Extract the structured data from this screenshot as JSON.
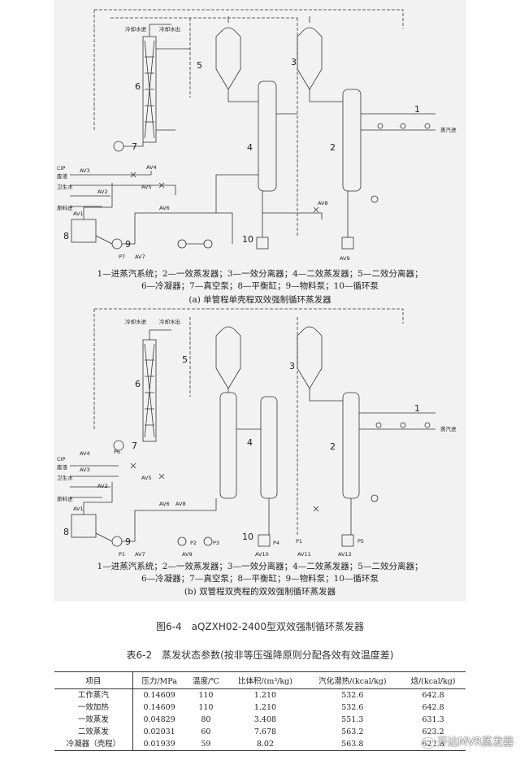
{
  "panel_a": {
    "labels": {
      "n1": "1",
      "n2": "2",
      "n3": "3",
      "n4": "4",
      "n5": "5",
      "n6": "6",
      "n7": "7",
      "n8": "8",
      "n9": "9",
      "n10": "10",
      "cooling_in": "冷却水进",
      "cooling_out": "冷却水出",
      "steam_in": "蒸汽进",
      "cip": "CIP",
      "liquid_waste": "废液",
      "sanitary_water": "卫生水",
      "feed_in": "原料进",
      "av1": "AV1",
      "av2": "AV2",
      "av3": "AV3",
      "av4": "AV4",
      "av5": "AV5",
      "av6": "AV6",
      "av7": "AV7",
      "av8": "AV8",
      "av9": "AV9",
      "p7": "P7"
    },
    "legend_line1": "1—进蒸汽系统；2—一效蒸发器；3—一效分离器；4—二效蒸发器；5—二效分离器；",
    "legend_line2": "6—冷凝器；7—真空泵；8—平衡缸；9—物料泵；10—循环泵",
    "caption": "(a) 单管程单壳程双效强制循环蒸发器"
  },
  "panel_b": {
    "labels": {
      "n1": "1",
      "n2": "2",
      "n3": "3",
      "n4": "4",
      "n5": "5",
      "n6": "6",
      "n7": "7",
      "n8": "8",
      "n9": "9",
      "n10": "10",
      "cooling_in": "冷却水进",
      "cooling_out": "冷却水出",
      "steam_in": "蒸汽进",
      "cip": "CIP",
      "liquid_waste": "废液",
      "sanitary_water": "卫生水",
      "feed_in": "原料进",
      "av1": "AV1",
      "av2": "AV2",
      "av3": "AV3",
      "av4": "AV4",
      "av5": "AV5",
      "av6": "AV6",
      "av7": "AV7",
      "av8": "AV8",
      "av9": "AV9",
      "av10": "AV10",
      "av11": "AV11",
      "av12": "AV12",
      "p1a": "P1",
      "p1b": "P1",
      "p2": "P2",
      "p3": "P3",
      "p4": "P4",
      "p5": "P5",
      "p6": "P6"
    },
    "legend_line1": "1—进蒸汽系统；2—一效蒸发器；3—一效分离器；4—二效蒸发器；5—二效分离器；",
    "legend_line2": "6—冷凝器；7—真空泵；8—平衡缸；9—物料泵；10—循环泵",
    "caption": "(b) 双管程双壳程的双效强制循环蒸发器"
  },
  "figure_title": "图6-4　aQZXH02-2400型双效强制循环蒸发器",
  "table_title": "表6-2　蒸发状态参数(按非等压强降原则分配各效有效温度差)",
  "table": {
    "headers": [
      "项目",
      "压力/MPa",
      "温度/℃",
      "比体积/(m³/kg)",
      "汽化潜热/(kcal/kg)",
      "焓/(kcal/kg)"
    ],
    "rows": [
      [
        "工作蒸汽",
        "0.14609",
        "110",
        "1.210",
        "532.6",
        "642.8"
      ],
      [
        "一效加热",
        "0.14609",
        "110",
        "1.210",
        "532.6",
        "642.8"
      ],
      [
        "一效蒸发",
        "0.04829",
        "80",
        "3.408",
        "551.3",
        "631.3"
      ],
      [
        "二效蒸发",
        "0.02031",
        "60",
        "7.678",
        "563.2",
        "623.2"
      ],
      [
        "冷凝器（壳程）",
        "0.01939",
        "59",
        "8.02",
        "563.8",
        "622.8"
      ]
    ]
  },
  "watermark": "开达MVR蒸发器",
  "icons": {
    "watermark": "wechat-bubble-icon"
  }
}
